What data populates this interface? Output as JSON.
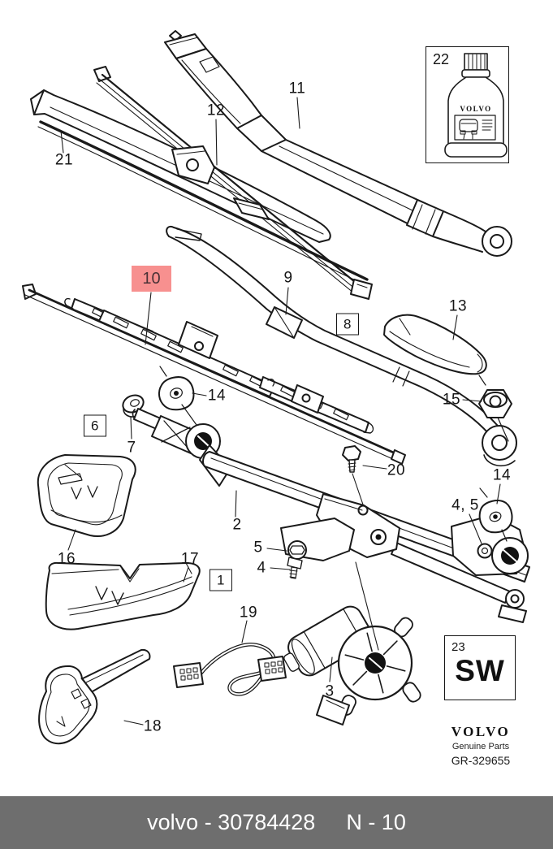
{
  "diagram": {
    "part_labels": {
      "p1": "1",
      "p2": "2",
      "p3": "3",
      "p4": "4",
      "p5": "5",
      "p4_5": "4, 5",
      "p6": "6",
      "p7": "7",
      "p8": "8",
      "p9": "9",
      "p10": "10",
      "p11": "11",
      "p12": "12",
      "p13": "13",
      "p14_upper": "14",
      "p14_lower": "14",
      "p15": "15",
      "p16": "16",
      "p17": "17",
      "p18": "18",
      "p19": "19",
      "p20": "20",
      "p21": "21",
      "p22": "22",
      "p23": "23"
    },
    "selected_part": "10",
    "sw_code": "SW",
    "bottle_brand": "VOLVO"
  },
  "branding": {
    "logo": "VOLVO",
    "tagline": "Genuine Parts",
    "reference": "GR-329655"
  },
  "footer": {
    "part_number_text": "volvo - 30784428",
    "page_ref": "N - 10"
  },
  "colors": {
    "highlight": "#f7908f",
    "footer_background": "#6e6e6e",
    "line_art": "#1a1a1a"
  }
}
